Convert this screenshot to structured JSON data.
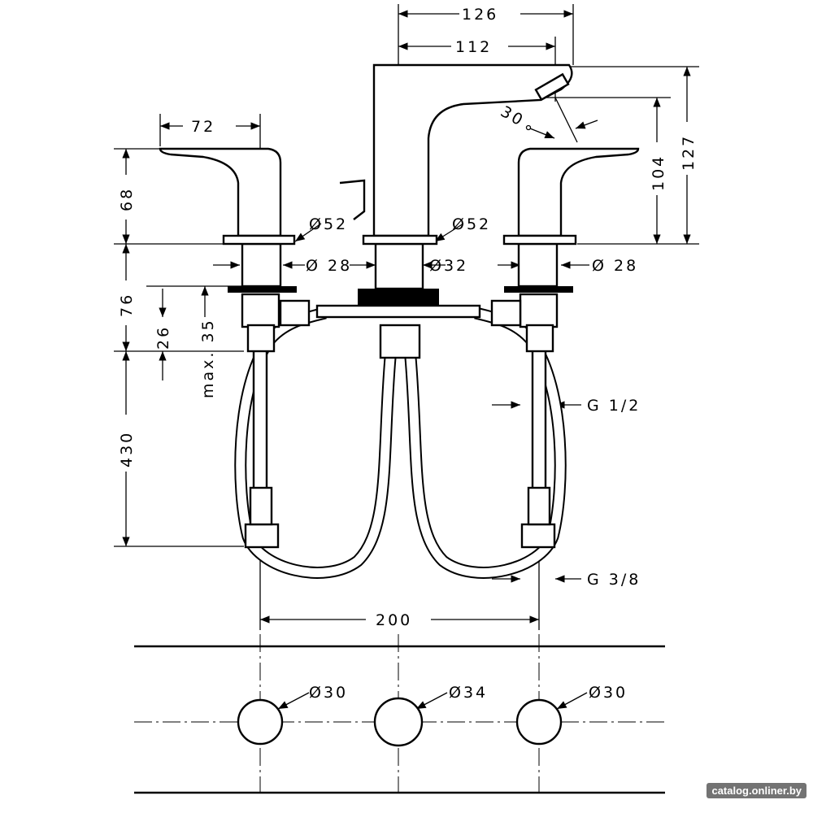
{
  "drawing": {
    "dimensions": {
      "spout_reach_total": "126",
      "spout_reach": "112",
      "handle_length": "72",
      "aerator_angle": "30",
      "handle_height": "68",
      "spout_height_outlet": "104",
      "spout_height_total": "127",
      "escutcheon_left": "Ø52",
      "escutcheon_center": "Ø52",
      "shank_left": "Ø 28",
      "shank_center": "Ø32",
      "shank_right": "Ø 28",
      "below_deck": "76",
      "thread_length": "26",
      "max_deck": "max. 35",
      "hose_length": "430",
      "inlet_thread": "G 1/2",
      "outlet_thread": "G 3/8",
      "center_distance": "200",
      "hole_left": "Ø30",
      "hole_center": "Ø34",
      "hole_right": "Ø30"
    },
    "watermark": "catalog.onliner.by"
  }
}
